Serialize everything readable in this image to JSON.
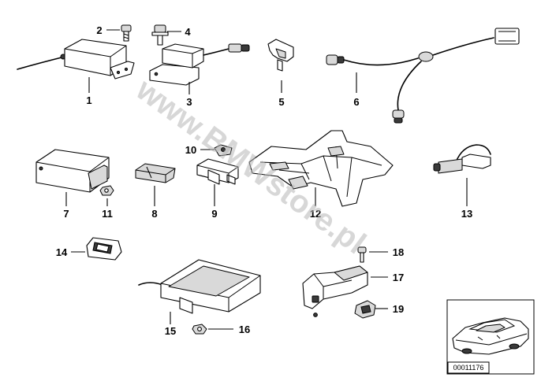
{
  "callouts": [
    {
      "label": "1"
    },
    {
      "label": "2"
    },
    {
      "label": "3"
    },
    {
      "label": "4"
    },
    {
      "label": "5"
    },
    {
      "label": "6"
    },
    {
      "label": "7"
    },
    {
      "label": "8"
    },
    {
      "label": "9"
    },
    {
      "label": "10"
    },
    {
      "label": "11"
    },
    {
      "label": "12"
    },
    {
      "label": "13"
    },
    {
      "label": "14"
    },
    {
      "label": "15"
    },
    {
      "label": "16"
    },
    {
      "label": "17"
    },
    {
      "label": "18"
    },
    {
      "label": "19"
    }
  ],
  "watermark": "www.BMWstore.pl",
  "reference_number": "00011176"
}
